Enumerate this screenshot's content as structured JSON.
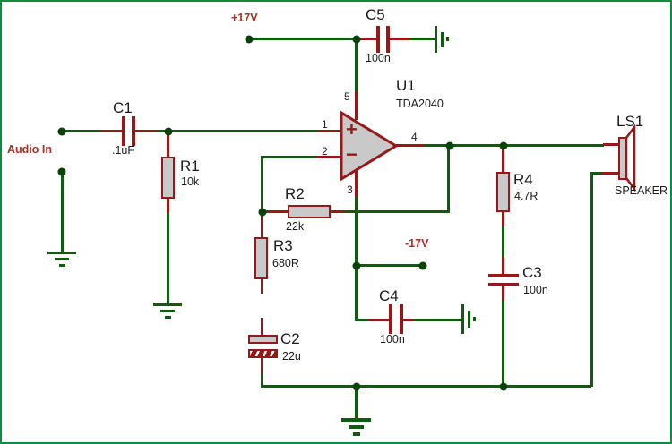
{
  "colors": {
    "frame": "#118b3e",
    "wire": "#0f5c0f",
    "dotc": "#074207",
    "comp": "#961919",
    "fill": "#c9c9c9",
    "text": "#1c1c1c",
    "power": "#a93226"
  },
  "power_labels": {
    "positive": "+17V",
    "negative": "-17V"
  },
  "io": {
    "audio_in": "Audio In"
  },
  "components": {
    "C1": {
      "ref": "C1",
      "value": ".1uF"
    },
    "C2": {
      "ref": "C2",
      "value": "22u"
    },
    "C3": {
      "ref": "C3",
      "value": "100n"
    },
    "C4": {
      "ref": "C4",
      "value": "100n"
    },
    "C5": {
      "ref": "C5",
      "value": "100n"
    },
    "R1": {
      "ref": "R1",
      "value": "10k"
    },
    "R2": {
      "ref": "R2",
      "value": "22k"
    },
    "R3": {
      "ref": "R3",
      "value": "680R"
    },
    "R4": {
      "ref": "R4",
      "value": "4.7R"
    },
    "U1": {
      "ref": "U1",
      "value": "TDA2040",
      "plus_sign": "+",
      "minus_sign": "−",
      "pins": {
        "in_plus": "1",
        "in_minus": "2",
        "vneg": "3",
        "out": "4",
        "vpos": "5"
      }
    },
    "LS1": {
      "ref": "LS1",
      "value": "SPEAKER"
    }
  }
}
